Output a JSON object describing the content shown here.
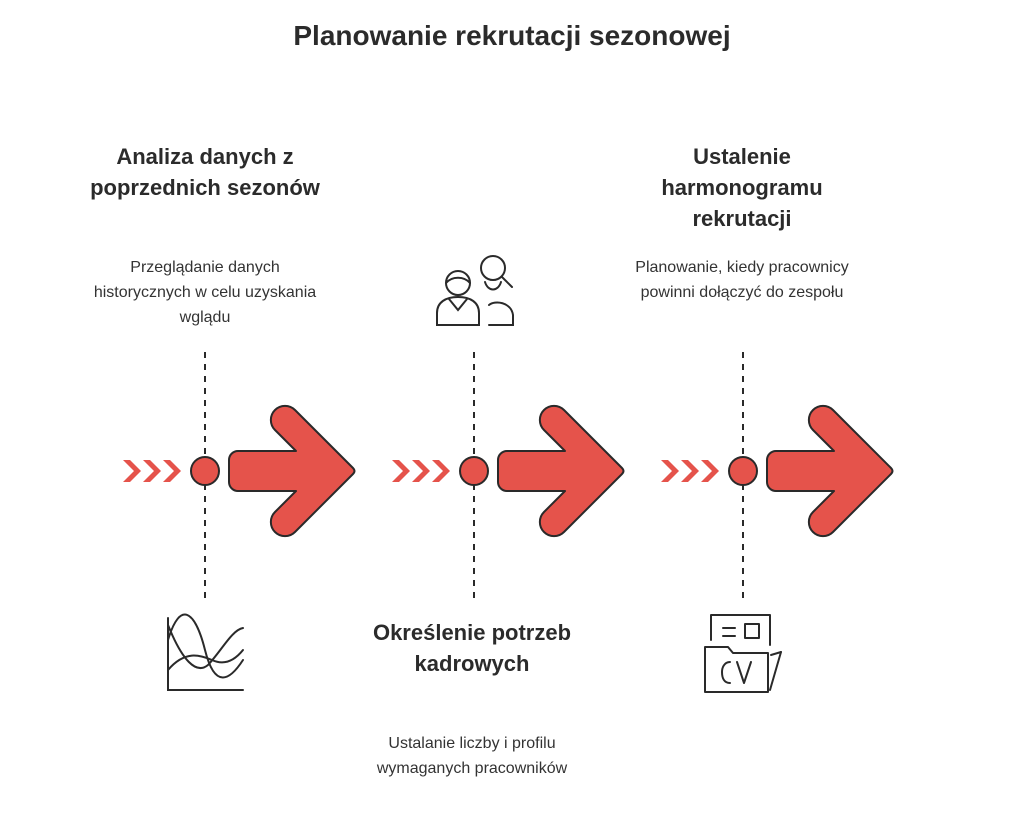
{
  "title": "Planowanie rekrutacji sezonowej",
  "steps": [
    {
      "heading": "Analiza danych z poprzednich sezonów",
      "description": "Przeglądanie danych historycznych w celu uzyskania wglądu",
      "icon": "line-chart-icon",
      "text_position": "top"
    },
    {
      "heading": "Określenie potrzeb kadrowych",
      "description": "Ustalanie liczby i profilu wymaganych pracowników",
      "icon": "people-search-icon",
      "text_position": "bottom"
    },
    {
      "heading": "Ustalenie harmonogramu rekrutacji",
      "description": "Planowanie, kiedy pracownicy powinni dołączyć do zespołu",
      "icon": "cv-folder-icon",
      "text_position": "top"
    }
  ],
  "colors": {
    "accent": "#E5534B",
    "stroke": "#2a2a2a",
    "text": "#2b2b2b"
  }
}
